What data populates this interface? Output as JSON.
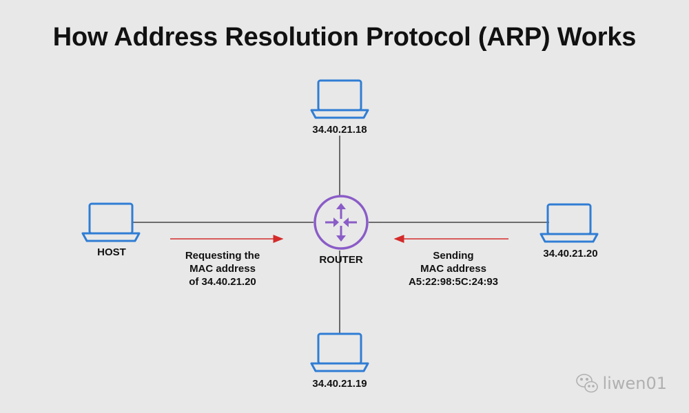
{
  "title": "How Address Resolution Protocol (ARP) Works",
  "nodes": {
    "host": "HOST",
    "router": "ROUTER",
    "top": "34.40.21.18",
    "right": "34.40.21.20",
    "bottom": "34.40.21.19"
  },
  "annotations": {
    "request": [
      "Requesting the",
      "MAC address",
      "of 34.40.21.20"
    ],
    "reply": [
      "Sending",
      "MAC address",
      "A5:22:98:5C:24:93"
    ]
  },
  "watermark": "liwen01",
  "colors": {
    "laptop": "#2f7dd4",
    "router": "#8a5cc7",
    "arrow": "#d42a2a",
    "line": "#222222"
  }
}
